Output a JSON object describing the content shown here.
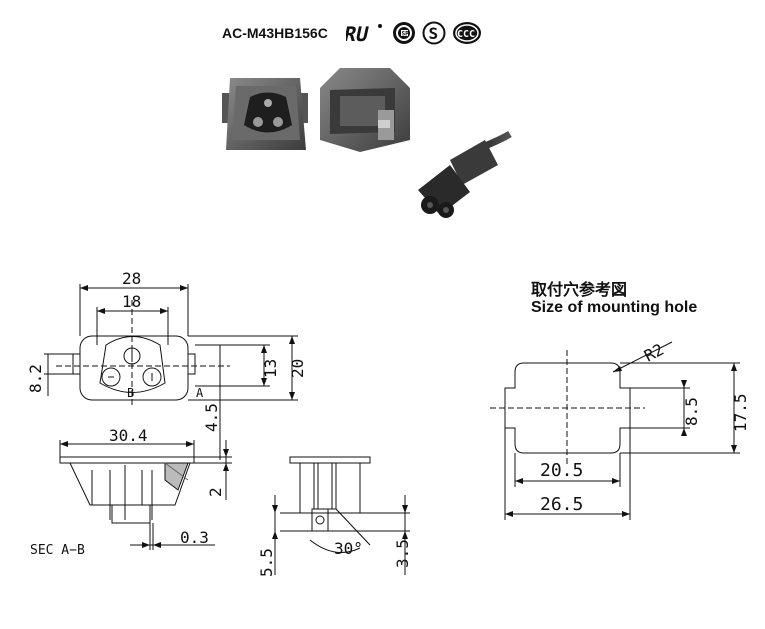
{
  "product": {
    "model": "AC-M43HB156C",
    "certifications": [
      {
        "icon": "ul-recognized-icon"
      },
      {
        "icon": "csa-icon"
      },
      {
        "icon": "s-mark-icon"
      },
      {
        "icon": "ccc-icon"
      }
    ]
  },
  "mounting_hole": {
    "title_cn": "取付穴参考図",
    "title_en": "Size of mounting hole",
    "dims": {
      "r": "R2",
      "h_inner": "8.5",
      "h_outer": "17.5",
      "w_inner": "20.5",
      "w_outer": "26.5"
    }
  },
  "front_view": {
    "dims": {
      "w_outer": "28",
      "w_inner": "18",
      "h_left": "8.2",
      "h_13": "13",
      "h_20": "20",
      "h_45": "4.5"
    },
    "labels": {
      "a": "A",
      "b": "B"
    }
  },
  "section_view": {
    "dims": {
      "w": "30.4",
      "h_2": "2",
      "t_03": "0.3"
    },
    "label": "SEC A−B"
  },
  "side_view": {
    "dims": {
      "h_55": "5.5",
      "h_35": "3.5",
      "angle": "30°"
    }
  }
}
